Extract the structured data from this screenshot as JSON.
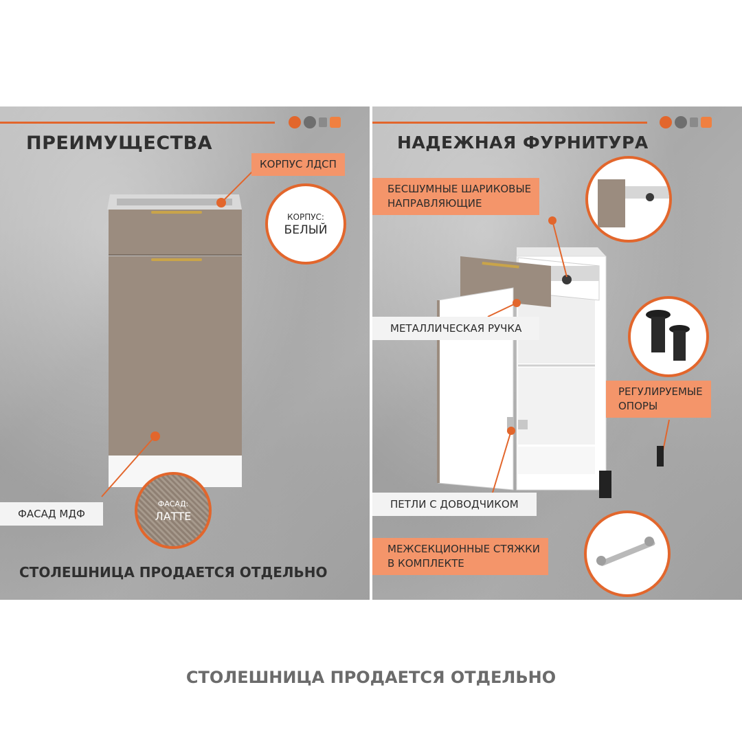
{
  "left": {
    "heading": "ПРЕИМУЩЕСТВА",
    "tag_body": "КОРПУС ЛДСП",
    "tag_front": "ФАСАД МДФ",
    "body_circle": {
      "small": "КОРПУС:",
      "big": "БЕЛЫЙ"
    },
    "front_circle": {
      "small": "ФАСАД:",
      "big": "ЛАТТЕ"
    },
    "bottom_note": "СТОЛЕШНИЦА ПРОДАЕТСЯ ОТДЕЛЬНО"
  },
  "right": {
    "heading": "НАДЕЖНАЯ ФУРНИТУРА",
    "tag_slides": [
      "БЕСШУМНЫЕ ШАРИКОВЫЕ",
      "НАПРАВЛЯЮЩИЕ"
    ],
    "tag_handle": "МЕТАЛЛИЧЕСКАЯ РУЧКА",
    "tag_legs": [
      "РЕГУЛИРУЕМЫЕ",
      "ОПОРЫ"
    ],
    "tag_hinges": "ПЕТЛИ С ДОВОДЧИКОМ",
    "tag_ties": [
      "МЕЖСЕКЦИОННЫЕ СТЯЖКИ",
      "В КОМПЛЕКТЕ"
    ]
  },
  "footer_caption": "СТОЛЕШНИЦА ПРОДАЕТСЯ ОТДЕЛЬНО",
  "colors": {
    "accent": "#e2662c",
    "tag_fill": "#f4956a",
    "front_latte": "#9b8c7f",
    "concrete": "#b2b2b2"
  },
  "icons": [
    "cabinet-icon",
    "door-icon",
    "shelf-icon",
    "drawer-icon"
  ]
}
